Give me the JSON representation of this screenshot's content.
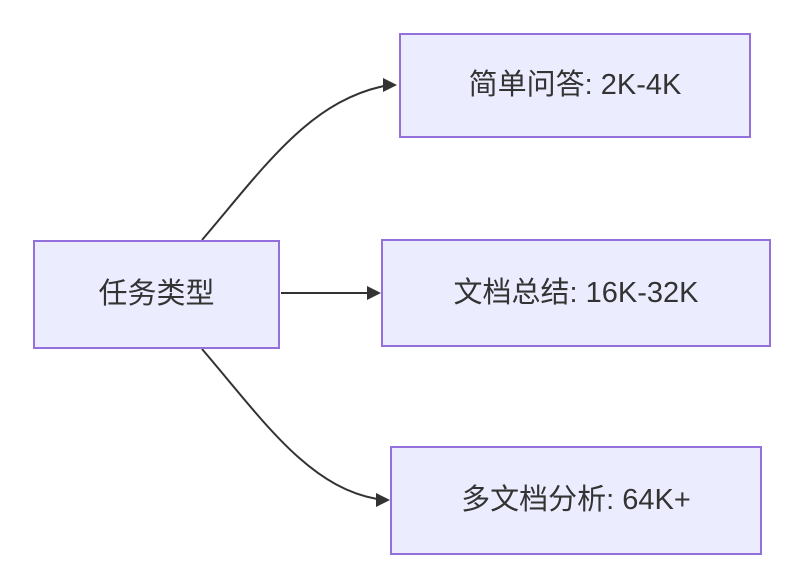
{
  "diagram": {
    "type": "flowchart",
    "direction": "left-to-right",
    "root": {
      "id": "root",
      "label": "任务类型"
    },
    "nodes": [
      {
        "id": "simple-qa",
        "label": "简单问答: 2K-4K"
      },
      {
        "id": "doc-summary",
        "label": "文档总结: 16K-32K"
      },
      {
        "id": "multi-doc-analysis",
        "label": "多文档分析: 64K+"
      }
    ],
    "edges": [
      {
        "from": "任务类型",
        "to": "简单问答: 2K-4K",
        "style": "curved-arrow"
      },
      {
        "from": "任务类型",
        "to": "文档总结: 16K-32K",
        "style": "straight-arrow"
      },
      {
        "from": "任务类型",
        "to": "多文档分析: 64K+",
        "style": "curved-arrow"
      }
    ],
    "colors": {
      "node_fill": "#ECECFF",
      "node_border": "#9370DB",
      "edge": "#333333",
      "text": "#333333",
      "background": "#FFFFFF"
    }
  }
}
